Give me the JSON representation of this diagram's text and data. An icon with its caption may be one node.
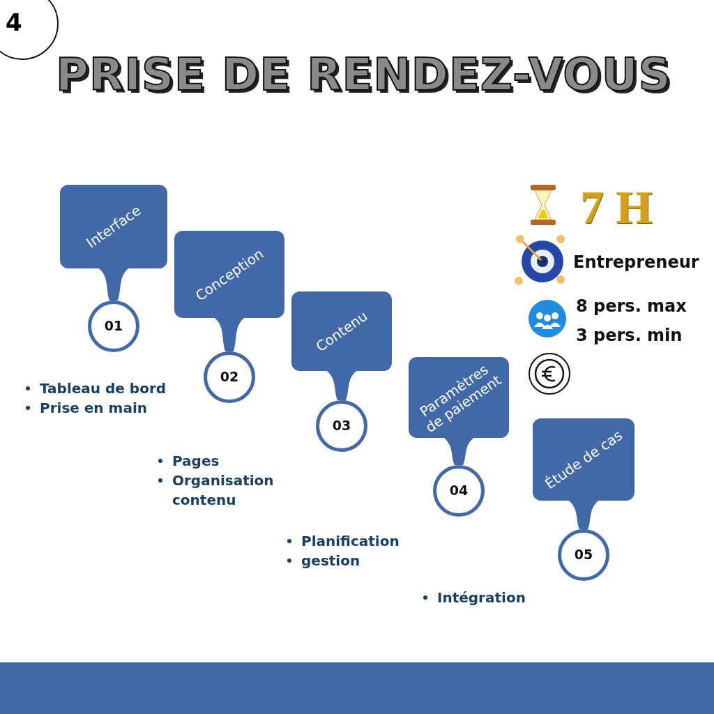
{
  "diagram": {
    "title": "PRISE DE RENDEZ-VOUS",
    "nodes": [
      {
        "text": [
          "4"
        ]
      },
      {
        "text": [
          "Interface",
          "01"
        ],
        "beside": [
          "Tableau de bord",
          "Prise en main"
        ]
      },
      {
        "text": [
          "Conception",
          "02"
        ],
        "beside": [
          "Pages",
          "Organisation contenu"
        ]
      },
      {
        "text": [
          "Contenu",
          "03"
        ],
        "beside": [
          "Planification",
          "gestion"
        ]
      },
      {
        "text": [
          "Paramètres de paiement",
          "04"
        ]
      },
      {
        "text": [
          "Étude de cas",
          "05"
        ]
      }
    ],
    "labels": [
      "7 H",
      "Entrepreneur",
      "8 pers. max",
      "3 pers. min",
      "Intégration"
    ]
  }
}
